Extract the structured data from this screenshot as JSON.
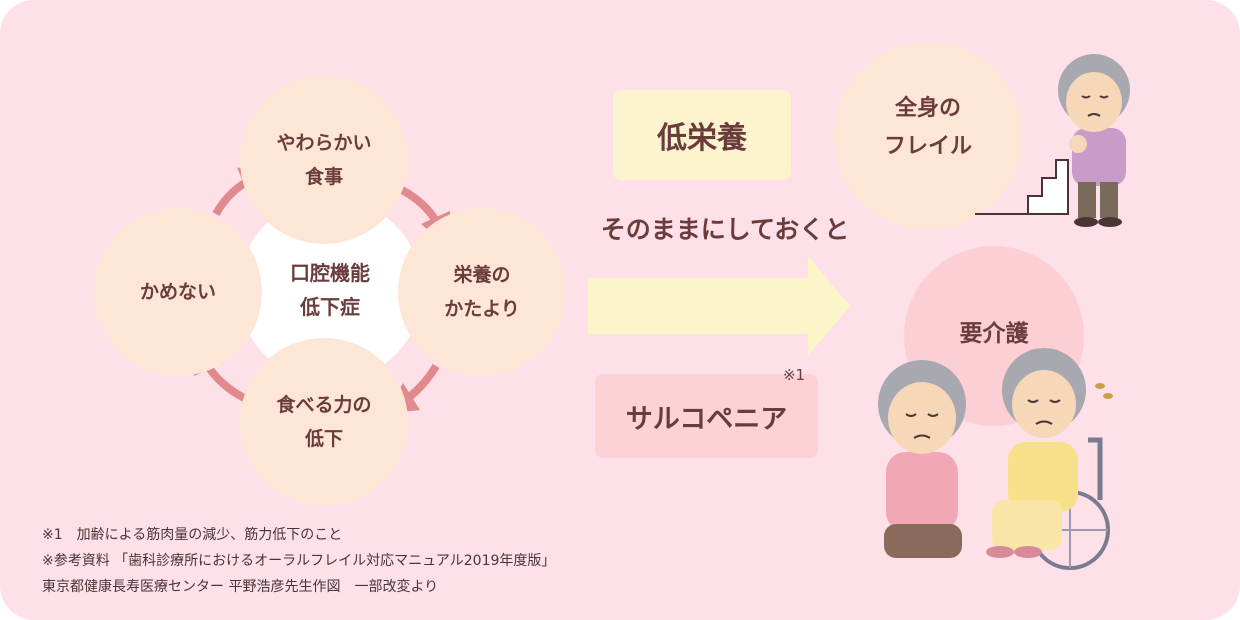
{
  "colors": {
    "background": "#fde0e8",
    "circle": "#fde6d6",
    "center": "#ffffff",
    "cycle_arrow": "#e08a8e",
    "text": "#6b3c3c",
    "low_nutrition_box": "#fdf3cf",
    "sarcopenia_box": "#fbd3d7",
    "big_arrow": "#fbf5c9",
    "frailty_circle": "#fde6d6",
    "care_circle": "#fbcfd3"
  },
  "cycle": {
    "center": "口腔機能\n低下症",
    "top": "やわらかい\n食事",
    "right": "栄養の\nかたより",
    "bottom": "食べる力の\n低下",
    "left": "かめない"
  },
  "middle": {
    "low_nutrition": "低栄養",
    "caption": "そのままにしておくと",
    "sarcopenia": "サルコペニア",
    "sarcopenia_note_mark": "※1"
  },
  "outcomes": {
    "frailty": "全身の\nフレイル",
    "care_needed": "要介護"
  },
  "footnotes": [
    "※1　加齢による筋肉量の減少、筋力低下のこと",
    "※参考資料 「歯科診療所におけるオーラルフレイル対応マニュアル2019年度版」",
    "東京都健康長寿医療センター 平野浩彦先生作図　一部改変より"
  ],
  "icons": {
    "illustration_frailty": "elderly-man-on-stairs-illustration",
    "illustration_care": "elderly-women-wheelchair-illustration",
    "cycle_arrows": "curved-arrow-icon",
    "progress_arrow": "right-arrow-icon"
  }
}
